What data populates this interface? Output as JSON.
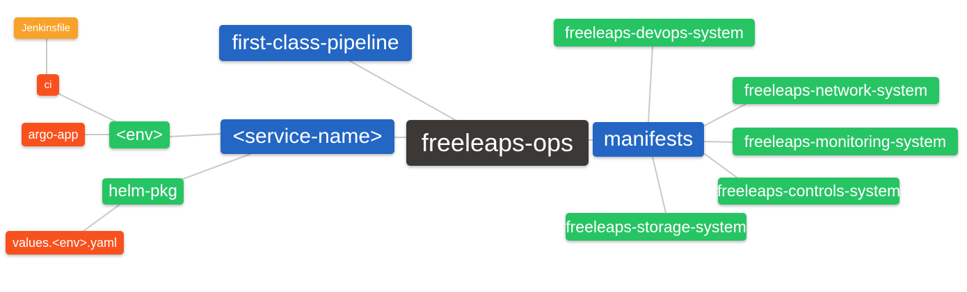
{
  "diagram": {
    "type": "mindmap",
    "background": "#ffffff"
  },
  "colors": {
    "blue": "#2366c4",
    "green": "#27c463",
    "orange": "#f7a228",
    "red": "#f8511d",
    "dark": "#3b3836",
    "edge": "#c9c9c9",
    "text": "#ffffff"
  },
  "nodes": {
    "jenkinsfile": {
      "label": "Jenkinsfile",
      "color": "orange"
    },
    "ci": {
      "label": "ci",
      "color": "red"
    },
    "argo_app": {
      "label": "argo-app",
      "color": "red"
    },
    "env": {
      "label": "<env>",
      "color": "green"
    },
    "helm_pkg": {
      "label": "helm-pkg",
      "color": "green"
    },
    "values_env_yaml": {
      "label": "values.<env>.yaml",
      "color": "red"
    },
    "first_class_pipeline": {
      "label": "first-class-pipeline",
      "color": "blue"
    },
    "service_name": {
      "label": "<service-name>",
      "color": "blue"
    },
    "freeleaps_ops": {
      "label": "freeleaps-ops",
      "color": "dark"
    },
    "manifests": {
      "label": "manifests",
      "color": "blue"
    },
    "devops_system": {
      "label": "freeleaps-devops-system",
      "color": "green"
    },
    "network_system": {
      "label": "freeleaps-network-system",
      "color": "green"
    },
    "monitoring_system": {
      "label": "freeleaps-monitoring-system",
      "color": "green"
    },
    "controls_system": {
      "label": "freeleaps-controls-system",
      "color": "green"
    },
    "storage_system": {
      "label": "freeleaps-storage-system",
      "color": "green"
    }
  },
  "connections": [
    {
      "from": "jenkinsfile",
      "to": "ci"
    },
    {
      "from": "ci",
      "to": "env"
    },
    {
      "from": "argo_app",
      "to": "env"
    },
    {
      "from": "env",
      "to": "service_name"
    },
    {
      "from": "helm_pkg",
      "to": "service_name"
    },
    {
      "from": "values_env_yaml",
      "to": "helm_pkg"
    },
    {
      "from": "first_class_pipeline",
      "to": "freeleaps_ops"
    },
    {
      "from": "service_name",
      "to": "freeleaps_ops"
    },
    {
      "from": "freeleaps_ops",
      "to": "manifests"
    },
    {
      "from": "manifests",
      "to": "devops_system"
    },
    {
      "from": "manifests",
      "to": "network_system"
    },
    {
      "from": "manifests",
      "to": "monitoring_system"
    },
    {
      "from": "manifests",
      "to": "controls_system"
    },
    {
      "from": "manifests",
      "to": "storage_system"
    }
  ]
}
